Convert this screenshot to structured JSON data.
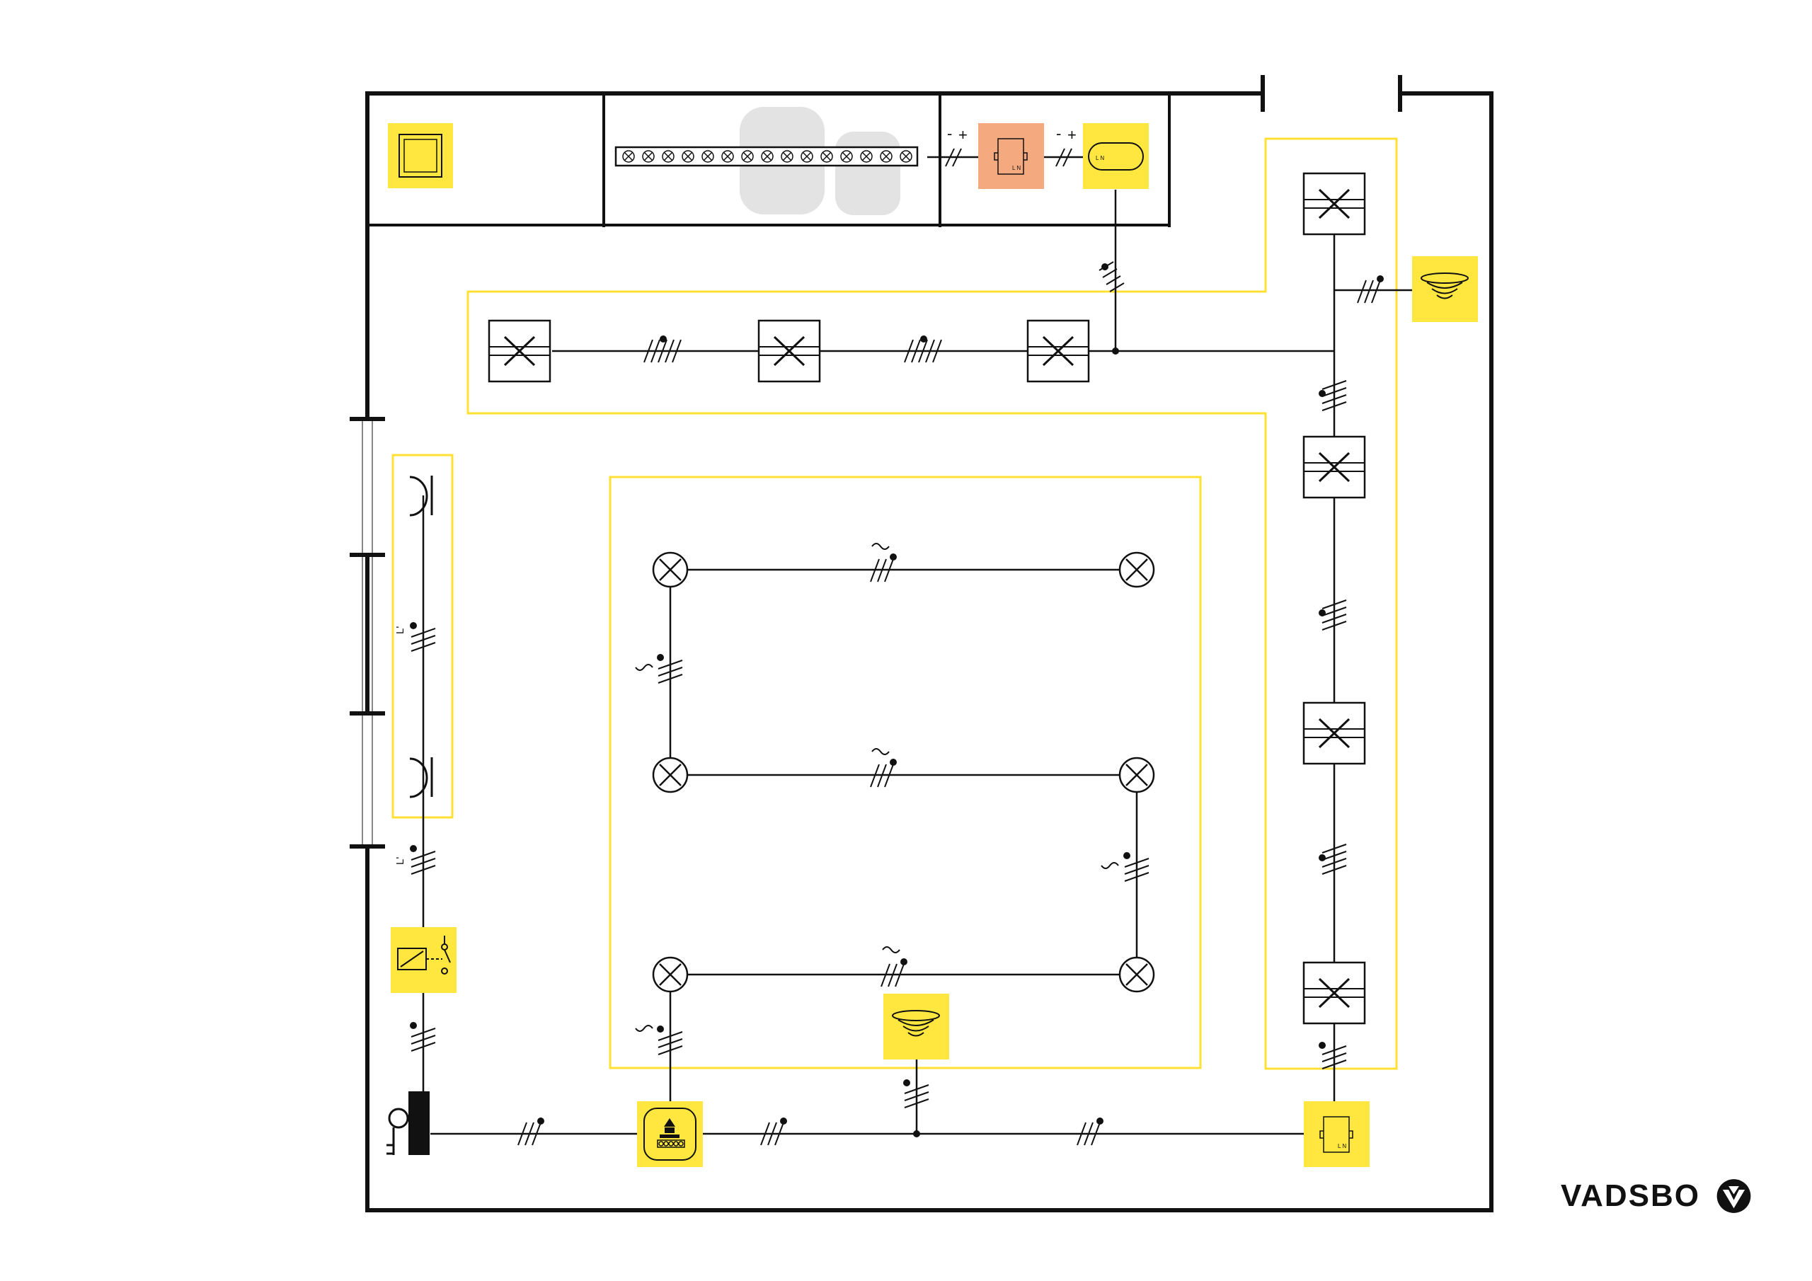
{
  "brand": {
    "name": "VADSBO"
  },
  "colors": {
    "zone_outline": "#FFE033",
    "device_fill": "#FFE740",
    "power_unit_fill": "#F4A97E",
    "line": "#111111",
    "partition": "#E3E3E3"
  },
  "symbols": {
    "phase_label": "L'",
    "polarity_minus": "-",
    "polarity_plus": "+",
    "driver_terminals": "L N"
  },
  "zones": [
    "corridor-zone",
    "east-corridor-zone",
    "open-office-zone",
    "entrance-zone"
  ],
  "devices": [
    "push-button-panel",
    "din-rail-terminal-block",
    "power-supply-unit",
    "dali-gateway",
    "corridor-luminaire",
    "east-corridor-luminaire",
    "ceiling-downlight",
    "wall-luminaire",
    "presence-sensor",
    "relay-module",
    "key-switch",
    "push-button-coupler",
    "led-driver"
  ]
}
